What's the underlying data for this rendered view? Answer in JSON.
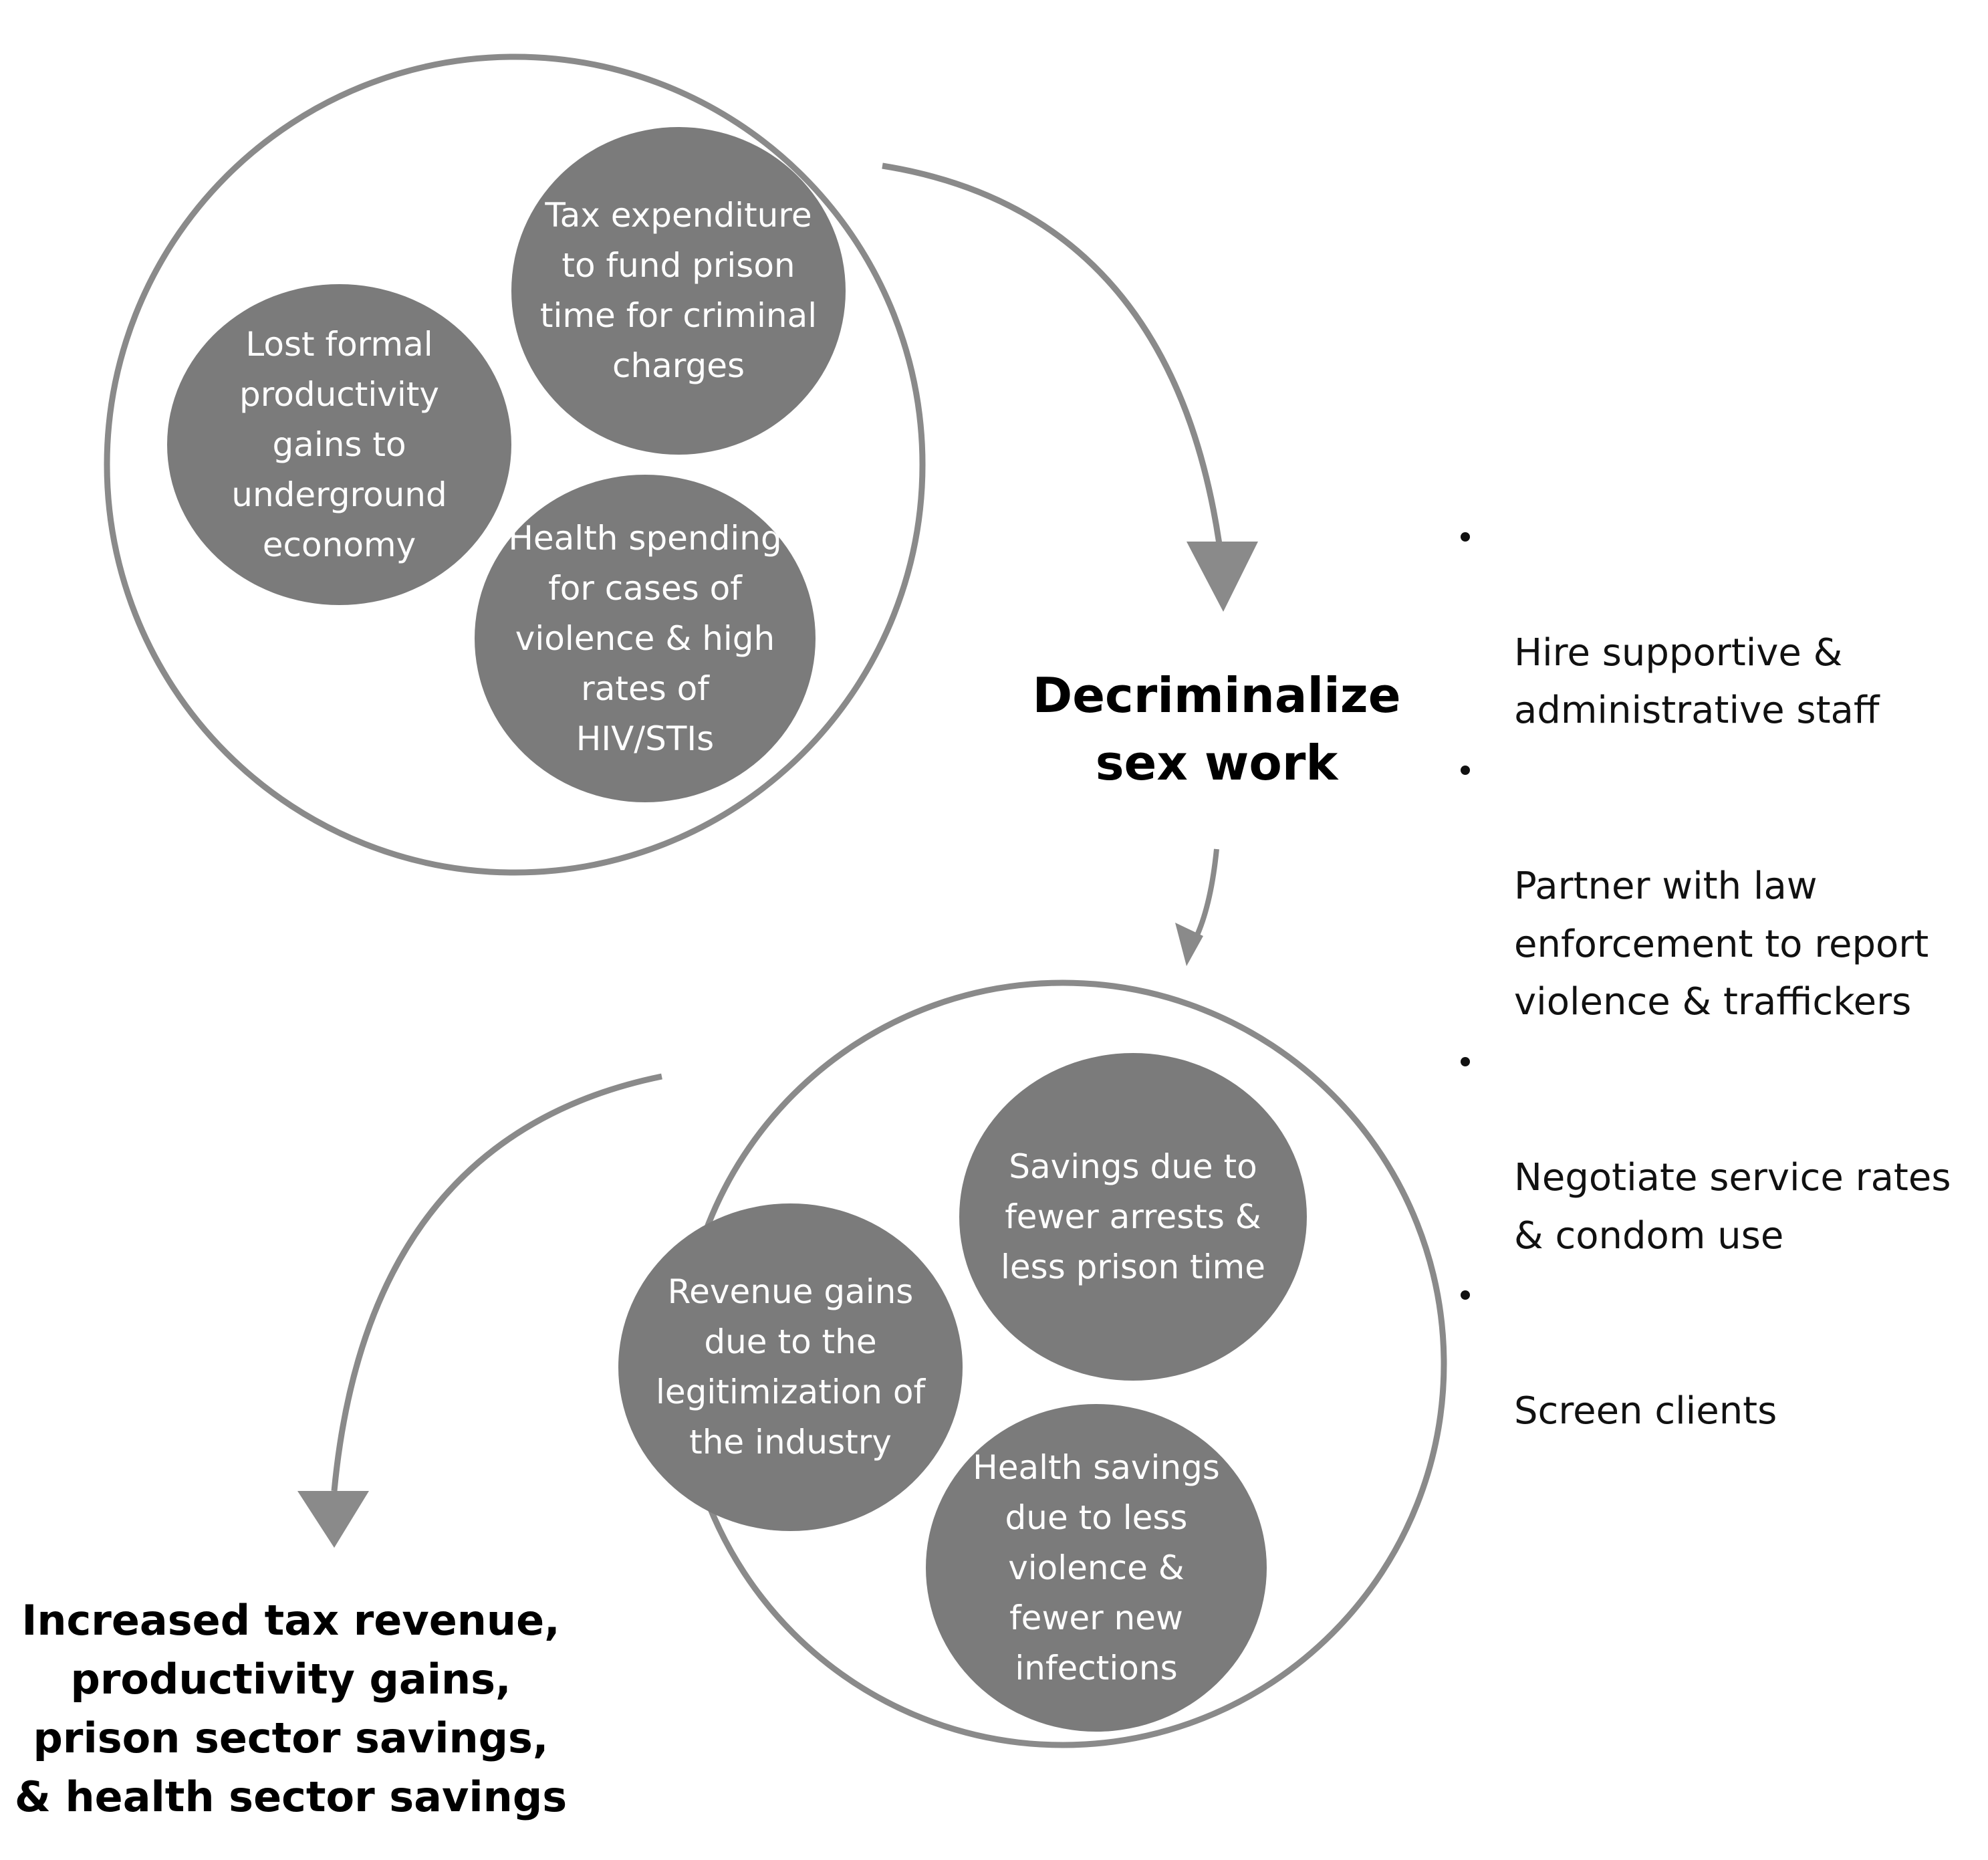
{
  "colors": {
    "bubble_fill": "#7b7b7b",
    "outline": "#8a8a8a",
    "bubble_text": "#ffffff",
    "heading_text": "#000000"
  },
  "top_group": {
    "circles": [
      "Tax expenditure\nto fund prison\ntime for criminal\ncharges",
      "Lost formal\nproductivity\ngains to\nunderground\neconomy",
      "Health spending\nfor cases of\nviolence & high\nrates of\nHIV/STIs"
    ]
  },
  "center_heading": "Decriminalize\nsex work",
  "bullets": [
    "Hire supportive &\nadministrative staff",
    "Partner with law\nenforcement to report\nviolence & traffickers",
    "Negotiate service rates\n& condom use",
    "Screen clients"
  ],
  "bottom_group": {
    "circles": [
      "Savings due to\nfewer arrests &\nless prison time",
      "Revenue gains\ndue to the\nlegitimization of\nthe industry",
      "Health savings\ndue to less\nviolence &\nfewer new\ninfections"
    ]
  },
  "outcome_heading": "Increased tax revenue,\nproductivity gains,\nprison sector savings,\n& health sector savings"
}
